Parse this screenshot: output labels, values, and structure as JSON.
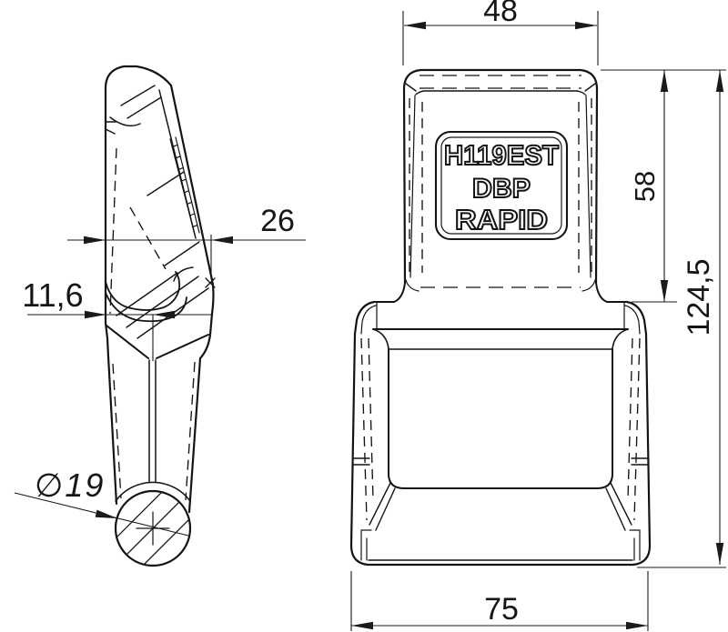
{
  "part_label": {
    "line1": "H119EST",
    "line2": "DBP",
    "line3": "RAPID"
  },
  "dimensions": {
    "top_width": "48",
    "shank_height": "58",
    "overall_height": "124,5",
    "hook_depth": "26",
    "edge_to_center": "11,6",
    "bore_diameter": "∅19",
    "body_width": "75"
  },
  "colors": {
    "line": "#141414",
    "background": "#ffffff"
  }
}
